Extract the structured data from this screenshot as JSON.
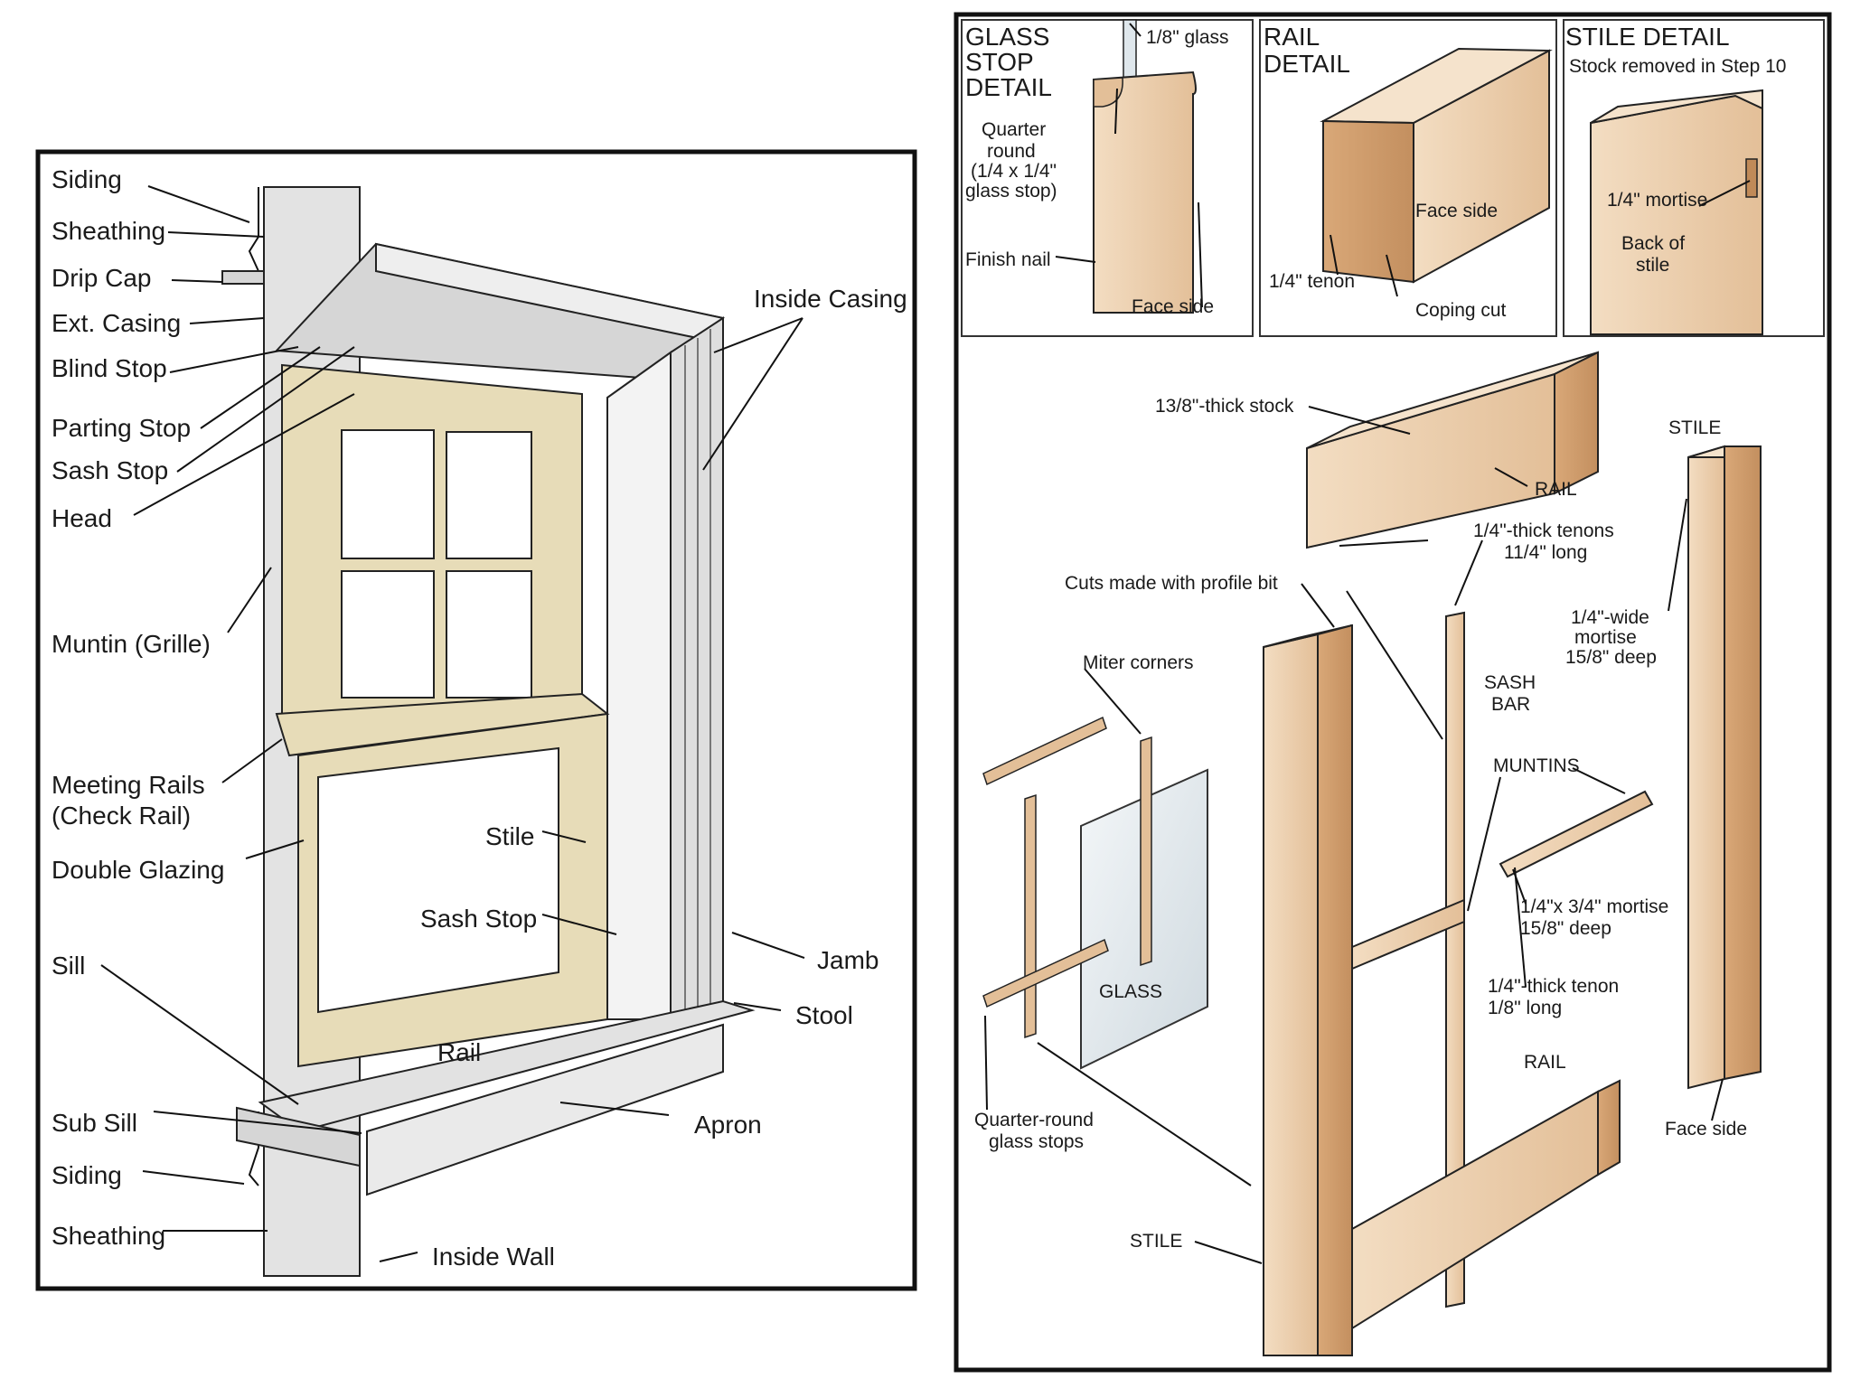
{
  "left_panel": {
    "labels": {
      "siding_top": "Siding",
      "sheathing_top": "Sheathing",
      "drip_cap": "Drip Cap",
      "ext_casing": "Ext. Casing",
      "blind_stop": "Blind Stop",
      "parting_stop": "Parting Stop",
      "sash_stop_top": "Sash Stop",
      "head": "Head",
      "muntin": "Muntin (Grille)",
      "meeting_rails_1": "Meeting Rails",
      "meeting_rails_2": "(Check Rail)",
      "double_glazing": "Double Glazing",
      "sill": "Sill",
      "sub_sill": "Sub Sill",
      "siding_bottom": "Siding",
      "sheathing_bottom": "Sheathing",
      "inside_casing": "Inside Casing",
      "stile": "Stile",
      "sash_stop_mid": "Sash Stop",
      "jamb": "Jamb",
      "stool": "Stool",
      "rail": "Rail",
      "apron": "Apron",
      "inside_wall": "Inside Wall"
    }
  },
  "right_panel": {
    "glass_stop_detail": {
      "title_1": "GLASS",
      "title_2": "STOP",
      "title_3": "DETAIL",
      "glass": "1/8\" glass",
      "quarter_1": "Quarter",
      "quarter_2": "round",
      "quarter_3": "(1/4 x 1/4\"",
      "quarter_4": "glass stop)",
      "finish_nail": "Finish nail",
      "face_side": "Face side"
    },
    "rail_detail": {
      "title_1": "RAIL",
      "title_2": "DETAIL",
      "face_side": "Face side",
      "tenon": "1/4\" tenon",
      "coping_cut": "Coping cut"
    },
    "stile_detail": {
      "title": "STILE DETAIL",
      "subtitle": "Stock removed in Step 10",
      "mortise": "1/4\" mortise",
      "back_1": "Back of",
      "back_2": "stile"
    },
    "main": {
      "thick_stock": "13/8\"-thick stock",
      "rail_top": "RAIL",
      "stile_right": "STILE",
      "tenons_1": "1/4\"-thick tenons",
      "tenons_2": "11/4\" long",
      "profile_cuts": "Cuts made with profile bit",
      "wide_mortise_1": "1/4\"-wide",
      "wide_mortise_2": "mortise",
      "wide_mortise_3": "15/8\" deep",
      "miter": "Miter corners",
      "sash_bar_1": "SASH",
      "sash_bar_2": "BAR",
      "muntins": "MUNTINS",
      "mortise_34_1": "1/4\"x 3/4\" mortise",
      "mortise_34_2": "15/8\" deep",
      "glass": "GLASS",
      "tenon_18_1": "1/4\"-thick tenon",
      "tenon_18_2": "1/8\" long",
      "rail_bottom": "RAIL",
      "face_side": "Face side",
      "quarter_stops_1": "Quarter-round",
      "quarter_stops_2": "glass stops",
      "stile_bottom": "STILE"
    }
  },
  "colors": {
    "wood_light": "#f1d9bd",
    "wood_mid": "#e6c29b",
    "wood_dark": "#c99766",
    "sash_tan": "#e7dcb8",
    "wall_gray": "#e3e3e3",
    "frame_gray": "#d6d6d6",
    "glass": "#dfe7ec",
    "outline": "#111111"
  }
}
